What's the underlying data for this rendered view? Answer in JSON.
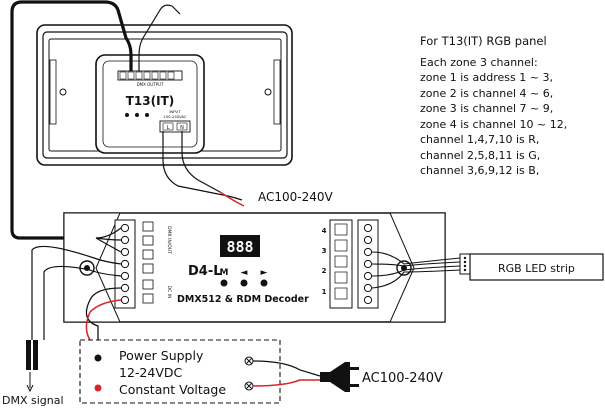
{
  "panel": {
    "model": "T13(IT)",
    "output_label": "DMX OUTPUT",
    "input_label": "INPUT",
    "input_voltage": "100-240VAC",
    "terminal_labels": [
      "L",
      "N"
    ]
  },
  "decoder": {
    "model": "D4-L",
    "subtitle": "DMX512 & RDM Decoder",
    "display_digits": "888",
    "buttons": [
      "M",
      "◄",
      "►"
    ],
    "dmx_label": "DMX IN/OUT",
    "power_label": "DC IN",
    "channel_numbers": [
      "4",
      "3",
      "2",
      "1"
    ]
  },
  "power_supply": {
    "line1": "Power Supply",
    "line2": "12-24VDC",
    "line3": "Constant Voltage"
  },
  "labels": {
    "ac_top": "AC100-240V",
    "ac_bottom": "AC100-240V",
    "rgb_strip": "RGB LED strip",
    "dmx_signal": "DMX signal"
  },
  "notes": {
    "title": "For T13(IT) RGB panel",
    "lines": [
      "Each zone 3 channel:",
      "zone 1 is address 1 ~ 3,",
      "zone 2 is channel 4 ~ 6,",
      "zone 3 is channel 7 ~ 9,",
      "zone 4 is channel 10 ~ 12,",
      "channel 1,4,7,10 is R,",
      "channel 2,5,8,11 is G,",
      "channel 3,6,9,12 is B,"
    ]
  },
  "colors": {
    "line": "#111111",
    "wire_red": "#d8232a",
    "dot_red": "#d8232a"
  }
}
